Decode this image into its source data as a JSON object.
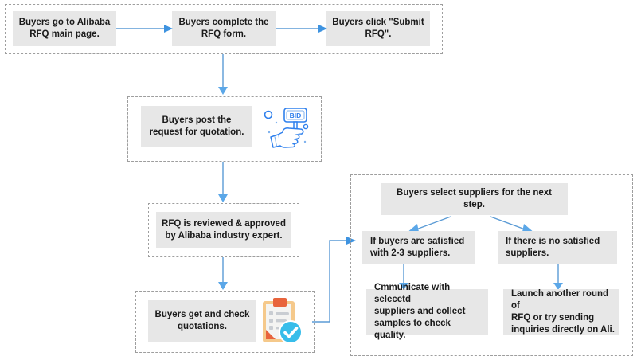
{
  "diagram": {
    "title": "Alibaba RFQ buyer process flowchart",
    "accent_color": "#5B9BD5",
    "node_fill": "#e7e7e7",
    "group_border_color": "#9e9e9e",
    "text_color": "#1a1a1a"
  },
  "groups": [
    {
      "name": "submit-rfq-group"
    },
    {
      "name": "post-request-group"
    },
    {
      "name": "review-group"
    },
    {
      "name": "quotations-group"
    },
    {
      "name": "supplier-selection-group"
    }
  ],
  "nodes": {
    "step1": "Buyers go to Alibaba\nRFQ main page.",
    "step2": "Buyers complete the\nRFQ form.",
    "step3": "Buyers click \"Submit\nRFQ\".",
    "step4": "Buyers post  the\nrequest for quotation.",
    "step5": "RFQ is reviewed & approved\nby Alibaba industry expert.",
    "step6": "Buyers get and check\nquotations.",
    "step7": "Buyers select suppliers for the next step.",
    "branch_yes": "If buyers are satisfied\nwith 2-3 suppliers.",
    "branch_no": "If there is no satisfied\nsuppliers.",
    "outcome_yes": "Cmmunicate with selecetd\nsuppliers and collect\nsamples to check quality.",
    "outcome_no": "Launch another round of\nRFQ or try sending\ninquiries directly on Ali."
  },
  "icons": {
    "bid_paddle": "bid-paddle-icon",
    "bid_label": "BID",
    "clipboard_check": "clipboard-check-icon"
  },
  "connectors": [
    {
      "name": "arrow-step1-step2",
      "direction": "right"
    },
    {
      "name": "arrow-step2-step3",
      "direction": "right"
    },
    {
      "name": "arrow-step3group-step4group",
      "direction": "down"
    },
    {
      "name": "arrow-step4group-step5group",
      "direction": "down"
    },
    {
      "name": "arrow-step5group-step6group",
      "direction": "down"
    },
    {
      "name": "arrow-step6group-selection-group",
      "direction": "right-elbow"
    },
    {
      "name": "arrow-step7-branch-yes",
      "direction": "down-left"
    },
    {
      "name": "arrow-step7-branch-no",
      "direction": "down-right"
    },
    {
      "name": "arrow-branch-yes-outcome-yes",
      "direction": "down"
    },
    {
      "name": "arrow-branch-no-outcome-no",
      "direction": "down"
    }
  ]
}
